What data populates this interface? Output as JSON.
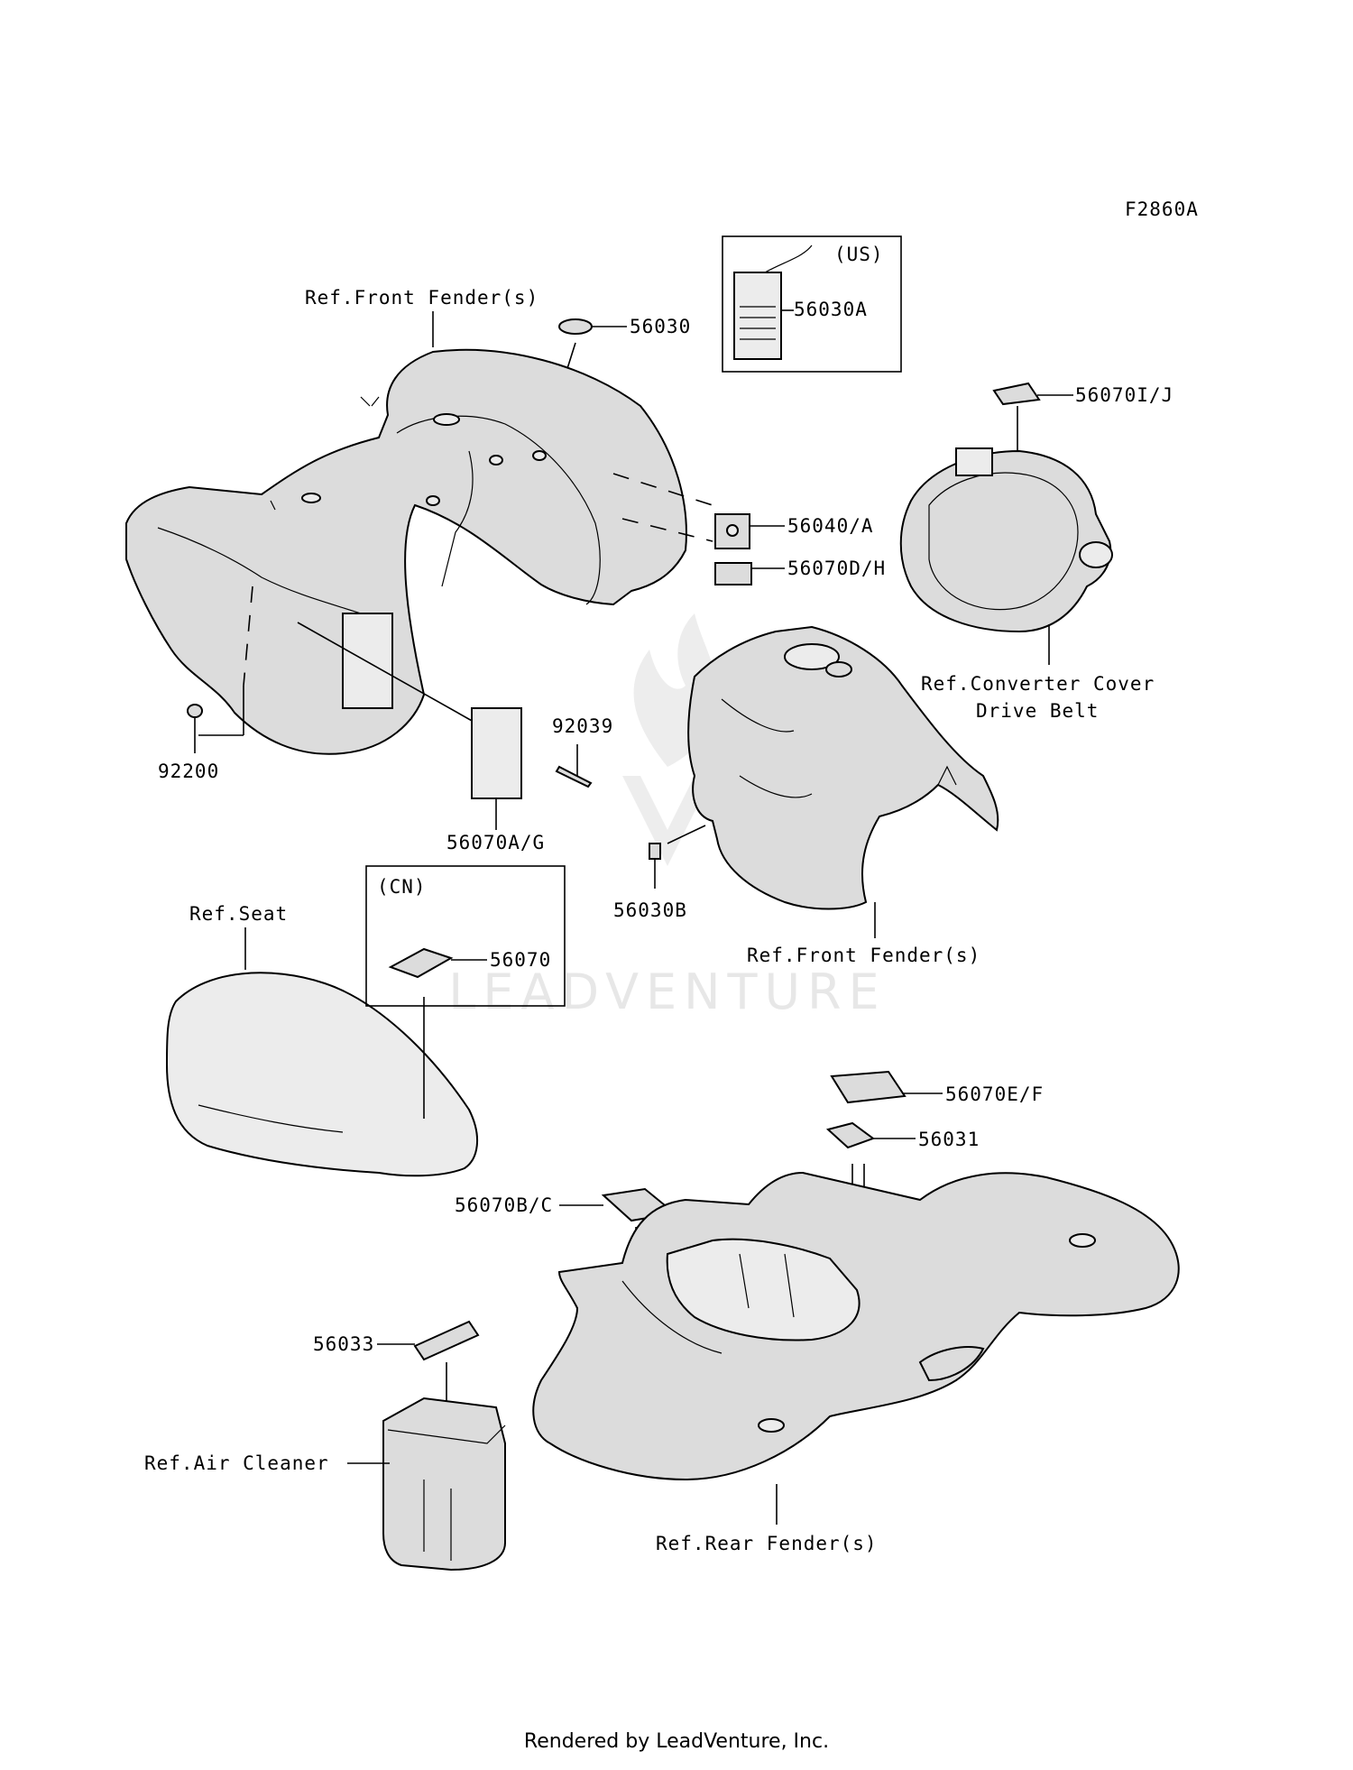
{
  "figure_code": "F2860A",
  "watermark": "LEADVENTURE",
  "footer": "Rendered by LeadVenture, Inc.",
  "parts": {
    "p56030": "56030",
    "p56030A": "56030A",
    "p56030A_region": "(US)",
    "p56070IJ": "56070I/J",
    "p56040A": "56040/A",
    "p56070DH": "56070D/H",
    "p92039": "92039",
    "p92200": "92200",
    "p56070AG": "56070A/G",
    "p56030B": "56030B",
    "p56070_region": "(CN)",
    "p56070": "56070",
    "p56070EF": "56070E/F",
    "p56031": "56031",
    "p56070BC": "56070B/C",
    "p56033": "56033"
  },
  "refs": {
    "front_fender_top": "Ref.Front Fender(s)",
    "converter_cover_l1": "Ref.Converter Cover",
    "converter_cover_l2": "Drive Belt",
    "front_fender_mid": "Ref.Front Fender(s)",
    "seat": "Ref.Seat",
    "air_cleaner": "Ref.Air Cleaner",
    "rear_fender": "Ref.Rear Fender(s)"
  }
}
